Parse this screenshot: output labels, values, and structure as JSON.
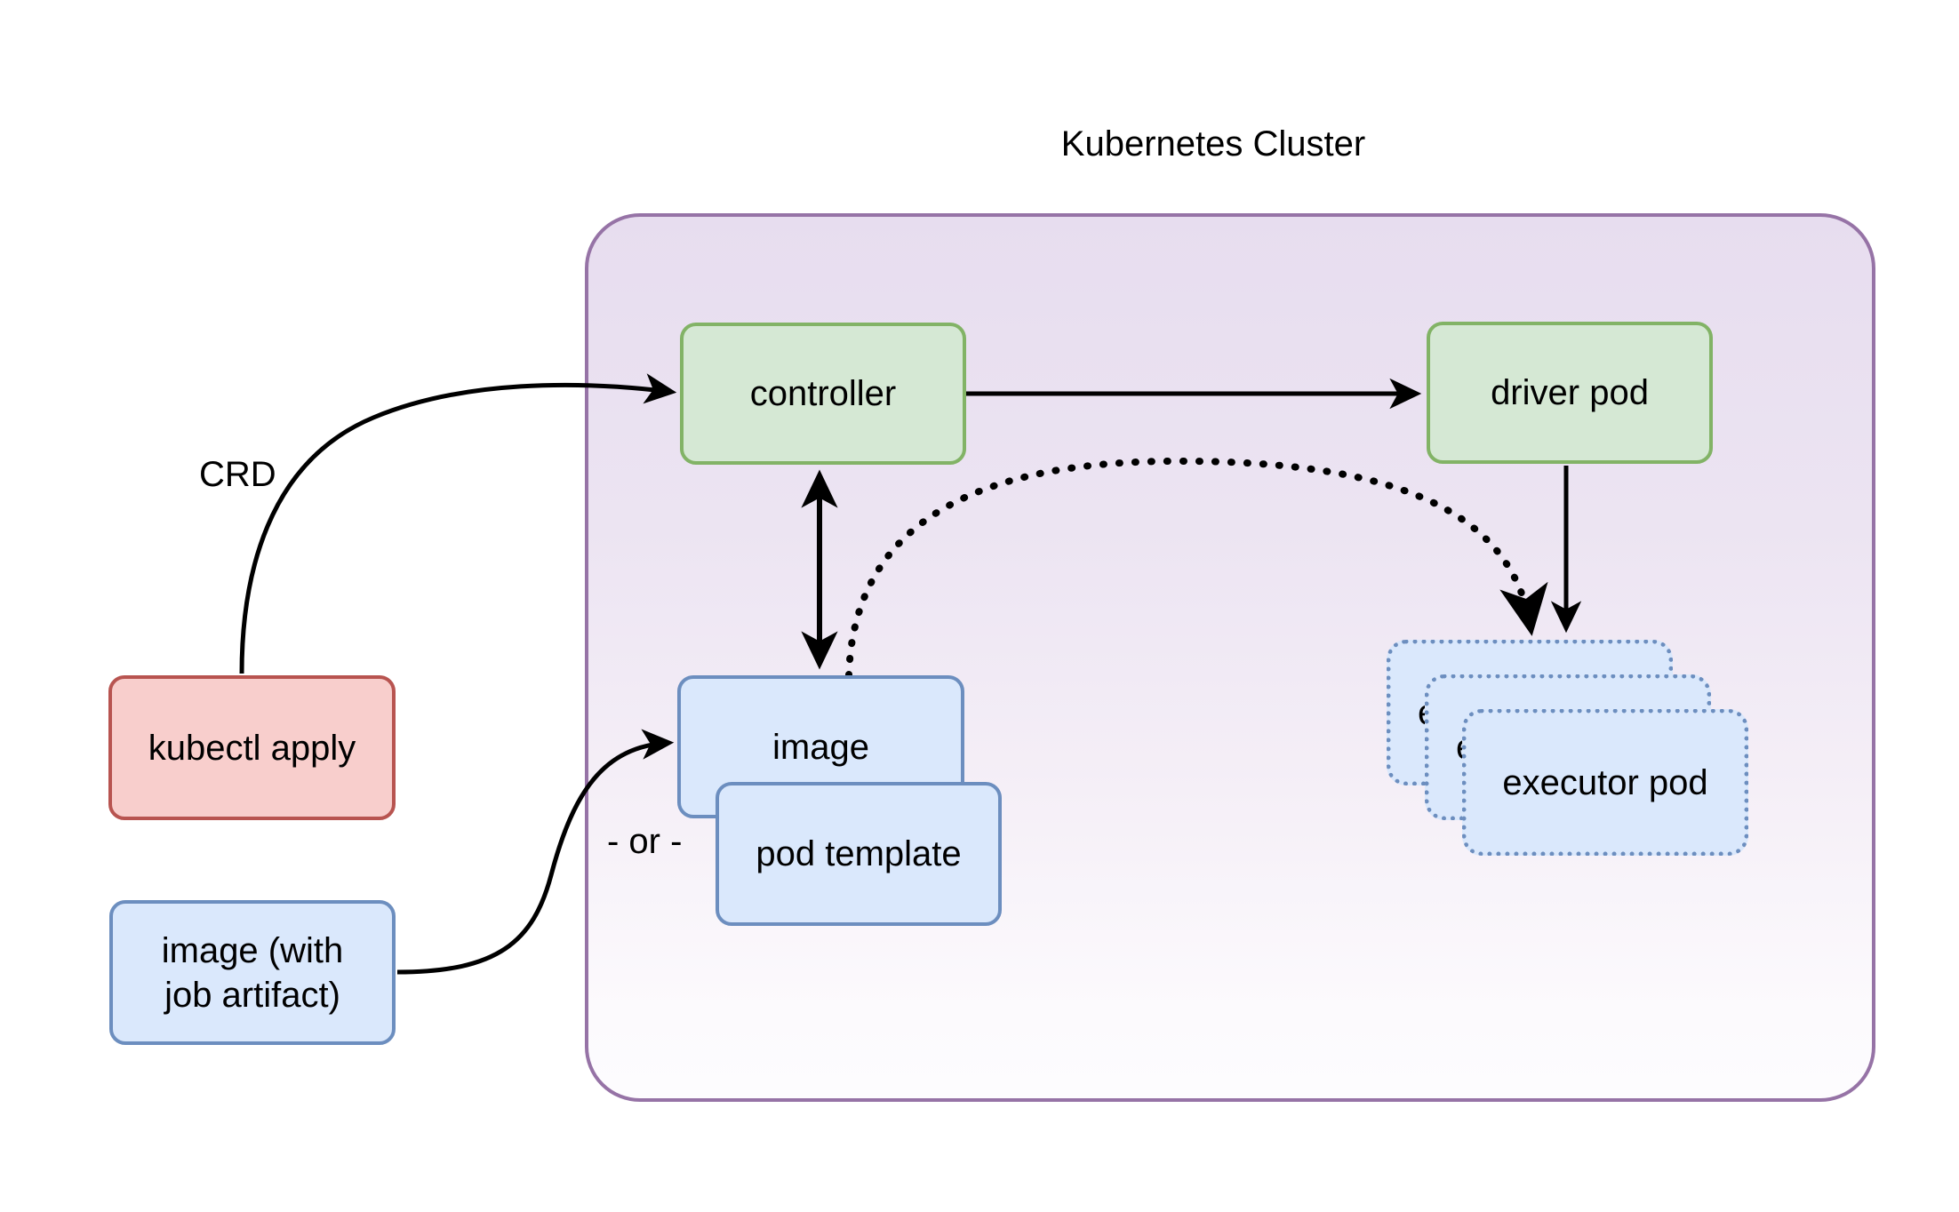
{
  "diagram": {
    "title": "Kubernetes Cluster",
    "nodes": {
      "controller": "controller",
      "driver_pod": "driver pod",
      "kubectl_apply": "kubectl apply",
      "image_with_job_artifact": "image (with\njob artifact)",
      "image_with_job_artifact_line1": "image (with",
      "image_with_job_artifact_line2": "job artifact)",
      "image": "image",
      "pod_template": "pod template",
      "executor_pod": "executor pod",
      "executor_pod_back": "executor pod",
      "executor_pod_middle": "executor pod"
    },
    "edge_labels": {
      "crd": "CRD",
      "or": "- or -"
    },
    "colors": {
      "cluster_border": "#9673a6",
      "cluster_fill_top": "#e7ddef",
      "cluster_fill_bottom": "#fdfcfe",
      "green_fill": "#d5e8d4",
      "green_border": "#82b366",
      "red_fill": "#f8cecc",
      "red_border": "#b85450",
      "blue_fill": "#dae8fc",
      "blue_border": "#6c8ebf",
      "edge_stroke": "#000000",
      "background": "#ffffff"
    },
    "edges": [
      {
        "name": "kubectl-apply-to-controller",
        "label": "CRD",
        "style": "solid-curve",
        "arrow": "single"
      },
      {
        "name": "controller-to-driver-pod",
        "label": "",
        "style": "solid-straight",
        "arrow": "single"
      },
      {
        "name": "controller-to-image",
        "label": "",
        "style": "solid-straight",
        "arrow": "double"
      },
      {
        "name": "image-to-executor-pods",
        "label": "",
        "style": "dotted-curve",
        "arrow": "single"
      },
      {
        "name": "driver-pod-to-executor-pods",
        "label": "",
        "style": "solid-straight",
        "arrow": "single"
      },
      {
        "name": "image-job-artifact-to-image",
        "label": "",
        "style": "solid-curve",
        "arrow": "single"
      }
    ]
  }
}
